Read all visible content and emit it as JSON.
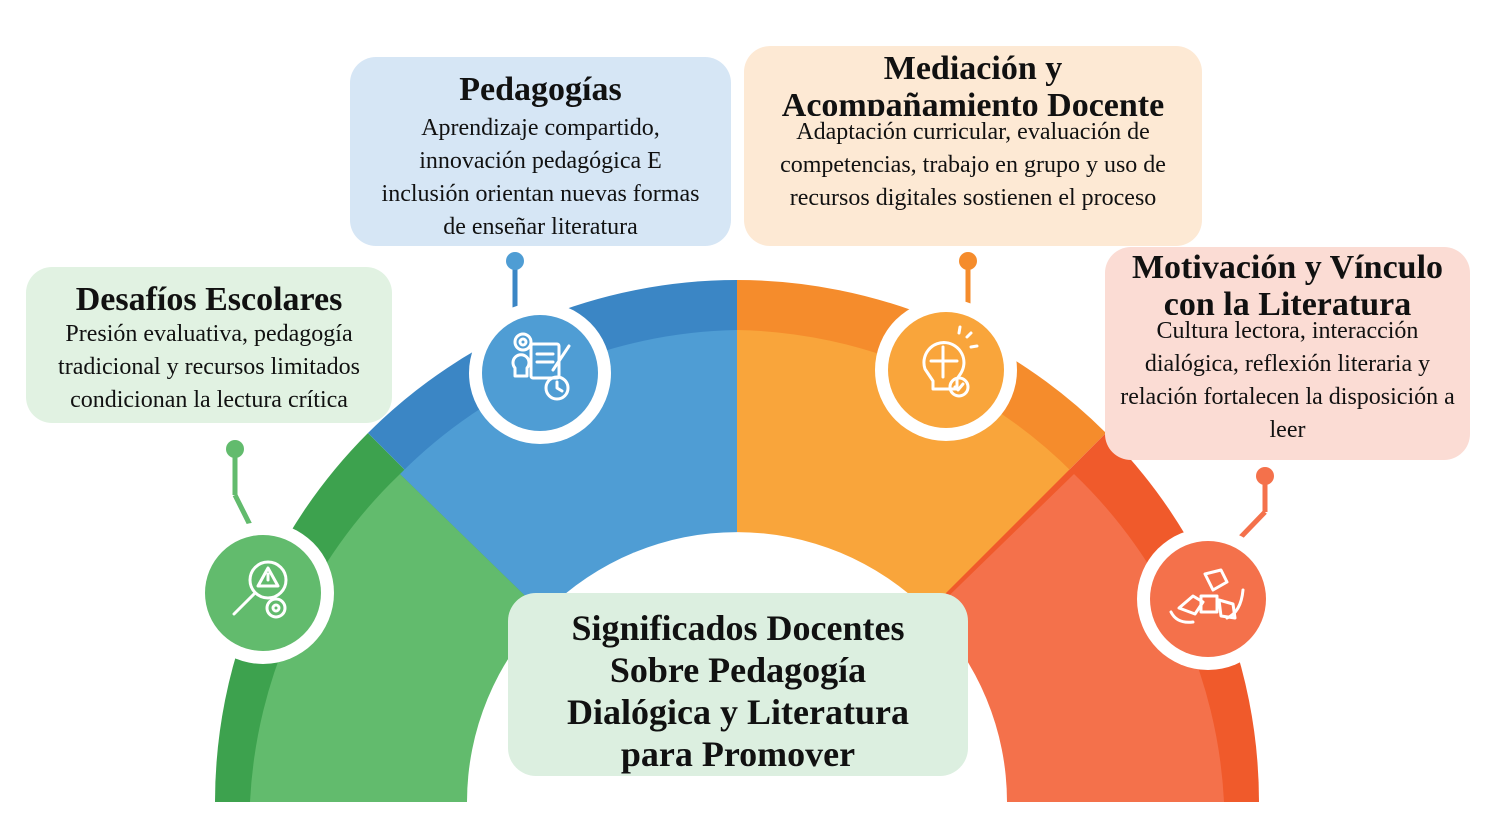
{
  "center": {
    "lines": [
      "Significados Docentes",
      "Sobre Pedagogía",
      "Dialógica y Literatura",
      "para Promover"
    ]
  },
  "cards": [
    {
      "id": "desafios",
      "title": "Desafíos Escolares",
      "body": "Presión evaluativa, pedagogía tradicional y recursos limitados condicionan la lectura crítica",
      "color": "#62bb6d",
      "background": "#e1f2e2",
      "icon": "warning-magnifier-gear-icon"
    },
    {
      "id": "pedagogias",
      "title": "Pedagogías",
      "body": "Aprendizaje compartido, innovación pedagógica E inclusión orientan nuevas formas de enseñar literatura",
      "color": "#4f9dd4",
      "background": "#d6e6f5",
      "icon": "gear-document-bulb-clock-icon"
    },
    {
      "id": "mediacion",
      "title": "Mediación y Acompañamiento Docente",
      "body": "Adaptación curricular, evaluación de competencias, trabajo en grupo y uso de recursos digitales sostienen el proceso",
      "color": "#f9a53b",
      "background": "#fde9d4",
      "icon": "puzzle-head-check-icon"
    },
    {
      "id": "motivacion",
      "title": "Motivación y Vínculo con la Literatura",
      "body": "Cultura lectora, interacción dialógica, reflexión literaria y relación fortalecen la disposición a leer",
      "color": "#f4714b",
      "background": "#fbdcd4",
      "icon": "hands-puzzle-icon"
    }
  ]
}
